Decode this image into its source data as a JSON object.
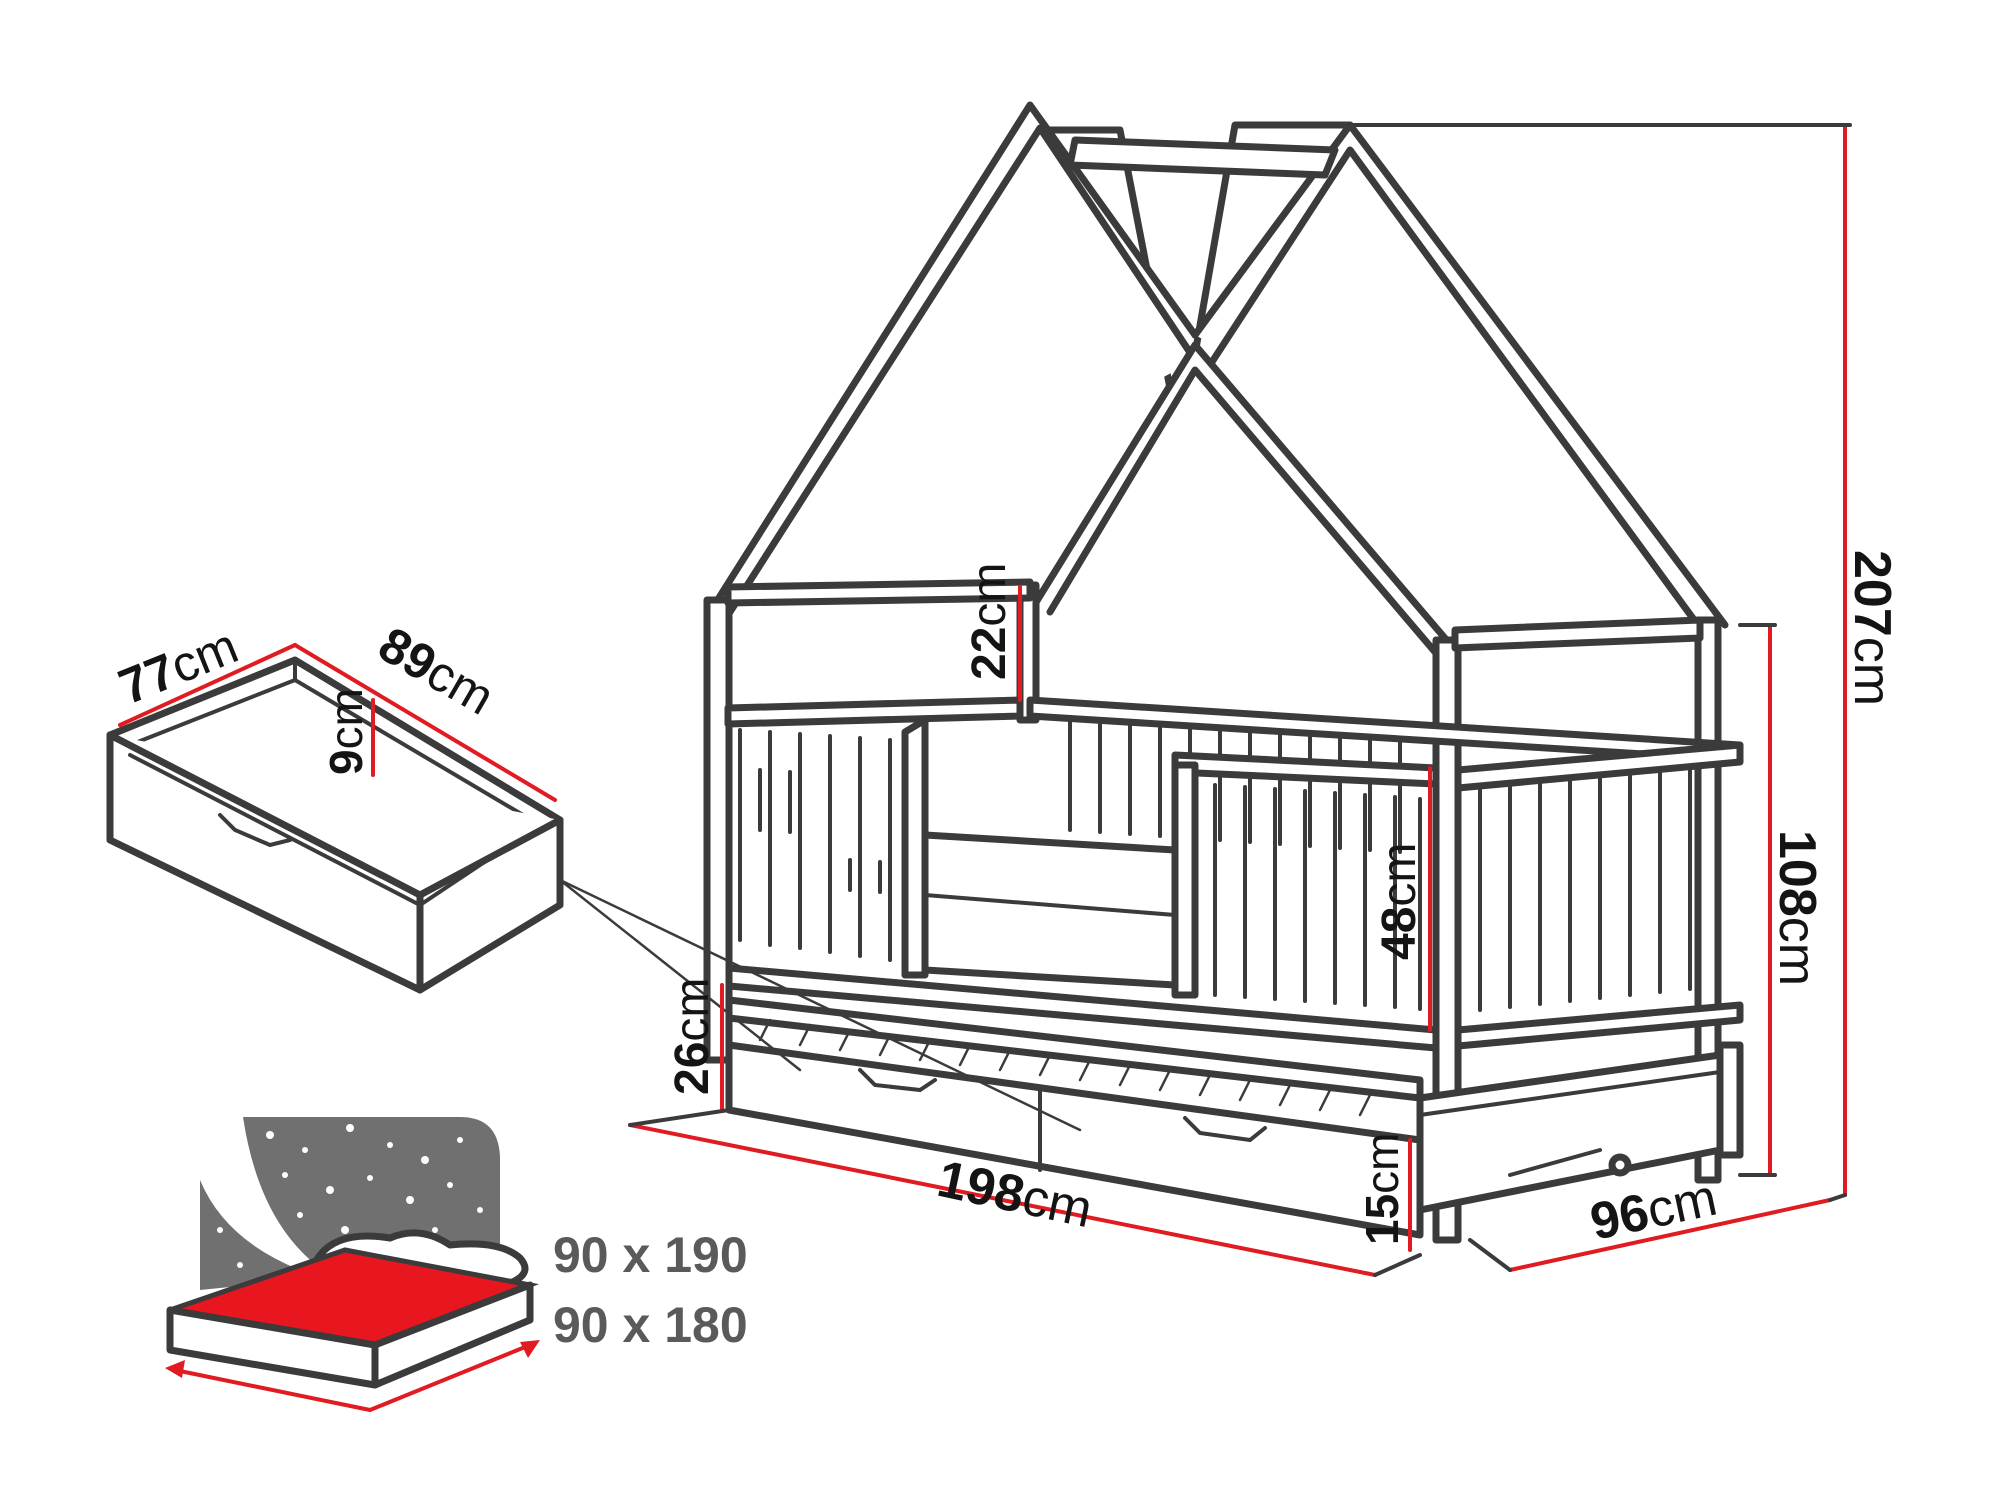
{
  "colors": {
    "dimension_line": "#e11b22",
    "outline": "#3b3b3b",
    "mattress_top": "#e8171f",
    "night_panel": "#707070",
    "size_text": "#5a5a5a"
  },
  "unit": "cm",
  "dimensions": {
    "total_height": "207",
    "rail_height": "108",
    "gable_offset": "22",
    "side_rail_height": "48",
    "trundle_height": "26",
    "leg_height": "15",
    "length": "198",
    "width": "96",
    "drawer_width": "77",
    "drawer_length": "89",
    "drawer_depth": "9"
  },
  "mattress_sizes": [
    "90 x 190",
    "90 x 180"
  ],
  "icons": [
    "night-sky-icon",
    "pillows-icon",
    "mattress-icon"
  ]
}
